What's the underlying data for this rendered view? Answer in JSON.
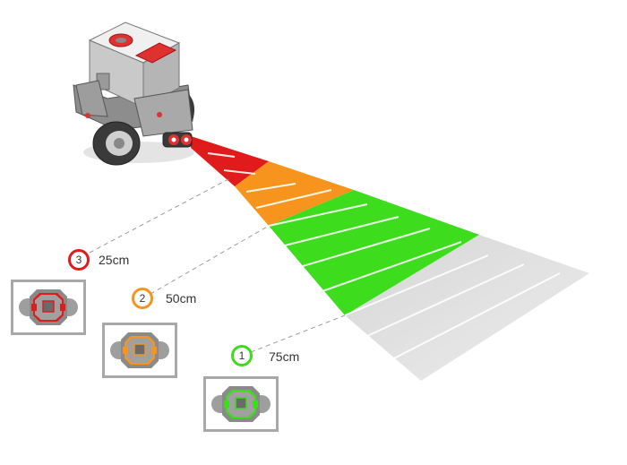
{
  "colors": {
    "near": "#e11b1b",
    "mid": "#f7941d",
    "far": "#3ddc1d",
    "beyond": "#d8d8d8",
    "robot_body": "#e8e8e8",
    "robot_accent": "#e03030"
  },
  "zones": [
    {
      "id": 3,
      "distance_label": "25cm",
      "color": "#e11b1b"
    },
    {
      "id": 2,
      "distance_label": "50cm",
      "color": "#f7941d"
    },
    {
      "id": 1,
      "distance_label": "75cm",
      "color": "#3ddc1d"
    }
  ]
}
